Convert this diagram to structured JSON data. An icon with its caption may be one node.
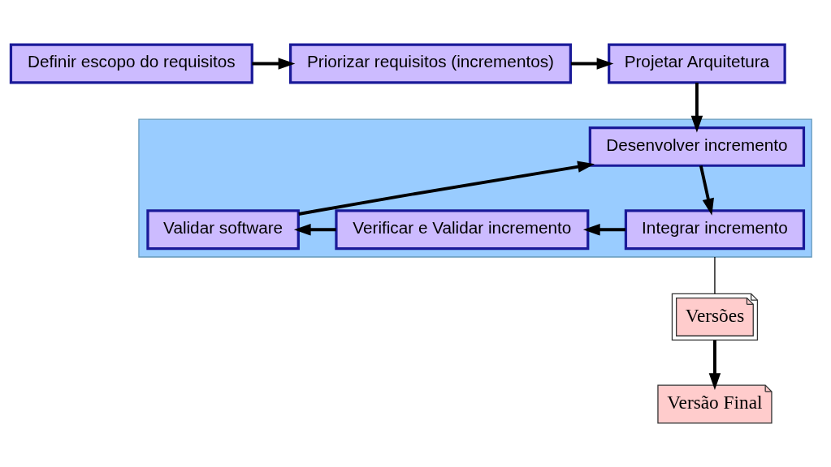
{
  "diagram": {
    "nodes": [
      {
        "text": [
          "Definir escopo do requisitos"
        ]
      },
      {
        "text": [
          "Priorizar requisitos (incrementos)"
        ]
      },
      {
        "text": [
          "Projetar Arquitetura"
        ]
      },
      {
        "text": [],
        "shape": "box"
      },
      {
        "text": [
          "Desenvolver incremento"
        ],
        "in": 3
      },
      {
        "text": [
          "Validar software"
        ],
        "in": 3
      },
      {
        "text": [
          "Verificar e Validar incremento"
        ],
        "in": 3
      },
      {
        "text": [
          "Integrar incremento"
        ],
        "in": 3
      },
      {
        "text": [
          "Versões"
        ]
      },
      {
        "text": [
          "Versão Final"
        ]
      }
    ],
    "edges": [
      {
        "from": 0,
        "to": 1,
        "arrow": "to"
      },
      {
        "from": 1,
        "to": 2,
        "arrow": "to"
      },
      {
        "from": 2,
        "to": 4,
        "arrow": "to"
      },
      {
        "from": 4,
        "to": 7,
        "arrow": "to"
      },
      {
        "from": 7,
        "to": 6,
        "arrow": "to"
      },
      {
        "from": 6,
        "to": 5,
        "arrow": "to"
      },
      {
        "from": 5,
        "to": 4,
        "arrow": "to"
      },
      {
        "from": 3,
        "to": 8,
        "arrow": "none"
      },
      {
        "from": 8,
        "to": 9,
        "arrow": "to"
      }
    ]
  }
}
